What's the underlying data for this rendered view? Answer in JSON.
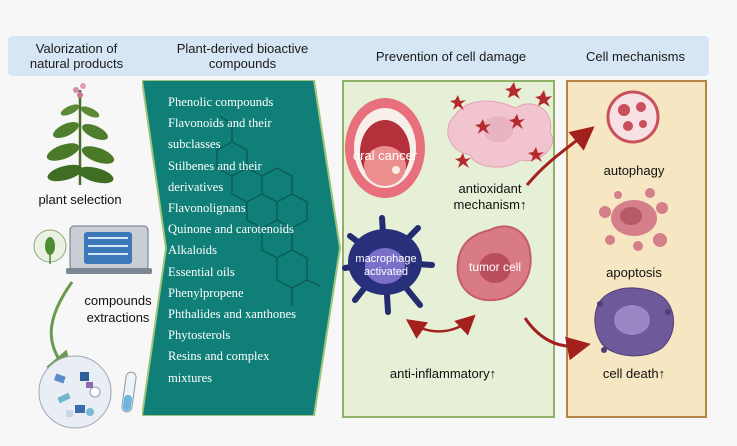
{
  "headers": {
    "valorization": [
      "Valorization of",
      "natural products"
    ],
    "plant_derived": [
      "Plant-derived bioactive",
      "compounds"
    ],
    "prevention": "Prevention of cell damage",
    "cell_mechanisms": "Cell mechanisms"
  },
  "left": {
    "plant_selection": "plant selection",
    "compounds_extractions": [
      "compounds",
      "extractions"
    ]
  },
  "compounds": [
    "Phenolic compounds",
    "Flavonoids and their",
    "subclasses",
    "Stilbenes and their",
    "derivatives",
    "Flavonolignans",
    "Quinone and carotenoids",
    "Alkaloids",
    "Essential oils",
    "Phenylpropene",
    "Phthalides and xanthones",
    "Phytosterols",
    "Resins and complex",
    "mixtures"
  ],
  "prevention": {
    "oral_cancer": "oral cancer",
    "antioxidant": "antioxidant",
    "mechanism": "mechanism↑",
    "macrophage": [
      "macrophage",
      "activated"
    ],
    "tumor_cell": "tumor cell",
    "anti_inflammatory": "anti-inflammatory↑"
  },
  "mechanisms": {
    "autophagy": "autophagy",
    "apoptosis": "apoptosis",
    "cell_death": "cell death↑"
  },
  "colors": {
    "header_bg": "#d6e6f4",
    "teal": "#0f7f78",
    "green_panel": "#e6f0d7",
    "tan_panel": "#f6e6c1",
    "arrow_red": "#a3201c"
  }
}
